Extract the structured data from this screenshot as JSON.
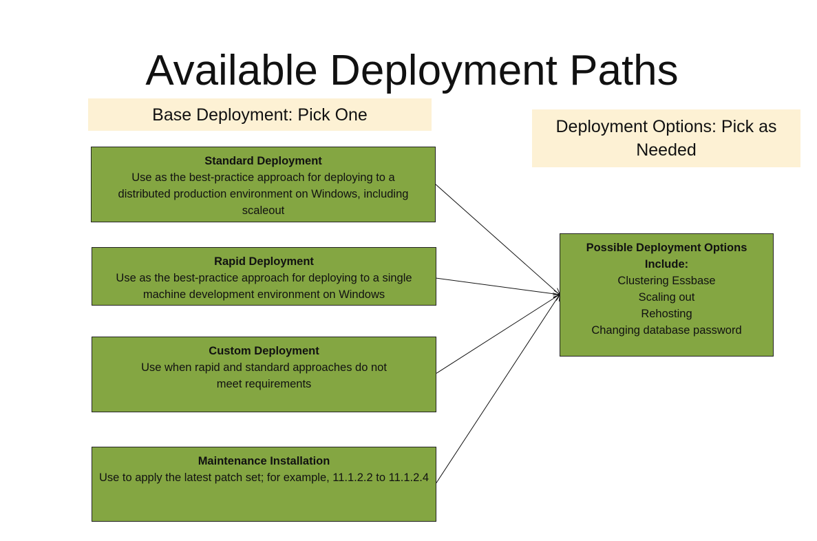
{
  "title": "Available Deployment Paths",
  "base_header": "Base Deployment: Pick One",
  "options_header": "Deployment Options: Pick as Needed",
  "base_options": [
    {
      "title": "Standard Deployment",
      "description": "Use as the best-practice approach for deploying to a distributed production environment on Windows, including scaleout"
    },
    {
      "title": "Rapid Deployment",
      "description": "Use as the best-practice approach for deploying to a single machine development environment on Windows"
    },
    {
      "title": "Custom Deployment",
      "description": "Use when rapid and standard approaches do not meet requirements"
    },
    {
      "title": "Maintenance Installation",
      "description": "Use to apply the latest patch set; for example, 11.1.2.2 to 11.1.2.4"
    }
  ],
  "deployment_options": {
    "title": "Possible Deployment Options Include:",
    "items": [
      "Clustering Essbase",
      "Scaling out",
      "Rehosting",
      "Changing database password"
    ]
  },
  "colors": {
    "box_fill": "#84a642",
    "header_fill": "#fdf1d4"
  }
}
